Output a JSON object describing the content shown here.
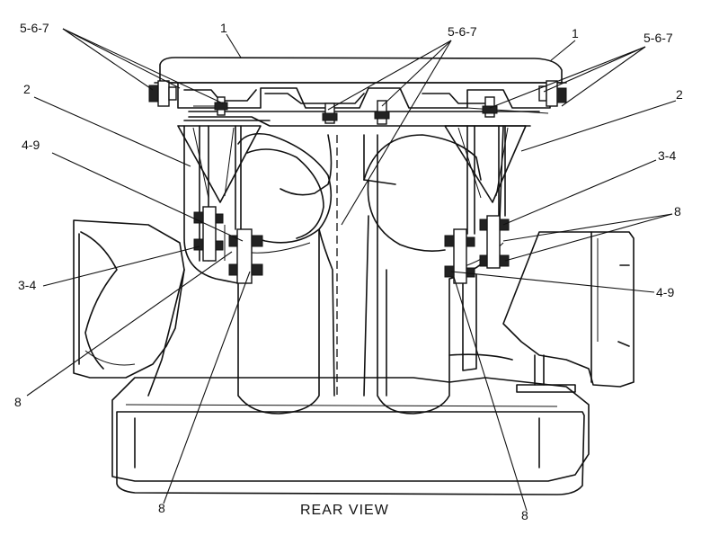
{
  "view_title": "REAR VIEW",
  "callouts": {
    "c567_left": "5-6-7",
    "c1_left": "1",
    "c567_center": "5-6-7",
    "c1_right": "1",
    "c567_right": "5-6-7",
    "c2_left": "2",
    "c2_right": "2",
    "c49_left": "4-9",
    "c34_right": "3-4",
    "c8_right_upper": "8",
    "c34_left": "3-4",
    "c49_right": "4-9",
    "c8_left_mid": "8",
    "c8_bottom_left": "8",
    "c8_bottom_right": "8"
  },
  "colors": {
    "ink": "#111111",
    "paper": "#ffffff"
  }
}
